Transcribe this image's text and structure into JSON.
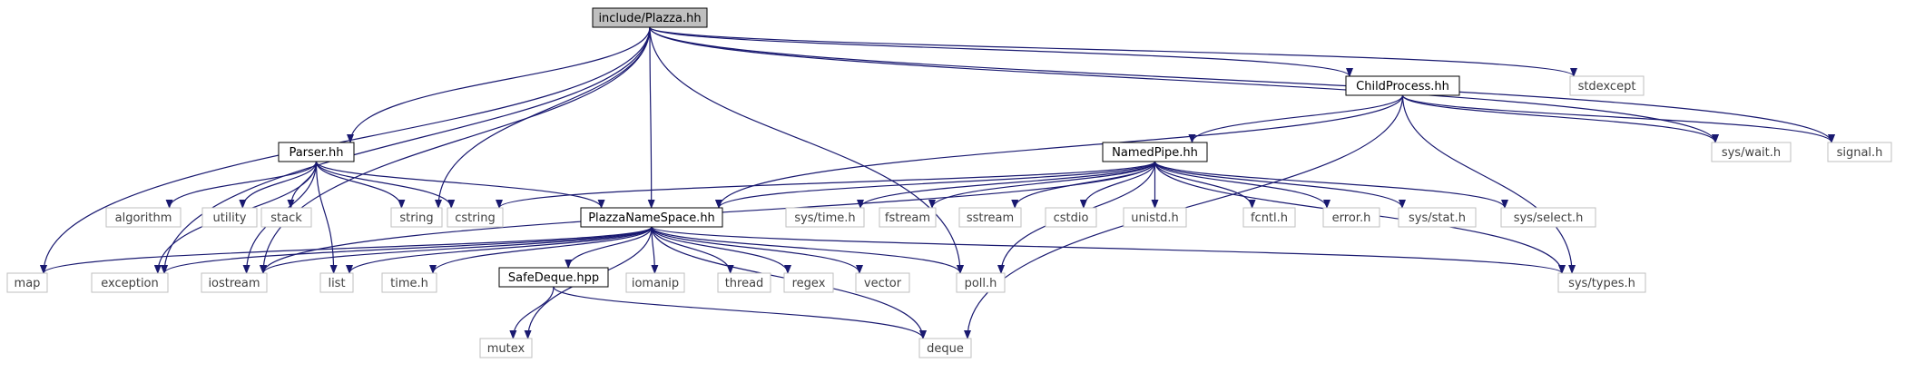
{
  "graph": {
    "nodes": [
      {
        "id": "root",
        "label": "include/Plazza.hh",
        "style": "root"
      },
      {
        "id": "stdexcept",
        "label": "stdexcept",
        "style": "sys"
      },
      {
        "id": "childprocess",
        "label": "ChildProcess.hh",
        "style": "header"
      },
      {
        "id": "parser",
        "label": "Parser.hh",
        "style": "header"
      },
      {
        "id": "namedpipe",
        "label": "NamedPipe.hh",
        "style": "header"
      },
      {
        "id": "syswait",
        "label": "sys/wait.h",
        "style": "sys"
      },
      {
        "id": "signal",
        "label": "signal.h",
        "style": "sys"
      },
      {
        "id": "algorithm",
        "label": "algorithm",
        "style": "sys"
      },
      {
        "id": "utility",
        "label": "utility",
        "style": "sys"
      },
      {
        "id": "stack",
        "label": "stack",
        "style": "sys"
      },
      {
        "id": "string",
        "label": "string",
        "style": "sys"
      },
      {
        "id": "cstring",
        "label": "cstring",
        "style": "sys"
      },
      {
        "id": "plazzans",
        "label": "PlazzaNameSpace.hh",
        "style": "header"
      },
      {
        "id": "systime",
        "label": "sys/time.h",
        "style": "sys"
      },
      {
        "id": "fstream",
        "label": "fstream",
        "style": "sys"
      },
      {
        "id": "sstream",
        "label": "sstream",
        "style": "sys"
      },
      {
        "id": "cstdio",
        "label": "cstdio",
        "style": "sys"
      },
      {
        "id": "unistd",
        "label": "unistd.h",
        "style": "sys"
      },
      {
        "id": "fcntl",
        "label": "fcntl.h",
        "style": "sys"
      },
      {
        "id": "errorh",
        "label": "error.h",
        "style": "sys"
      },
      {
        "id": "sysstat",
        "label": "sys/stat.h",
        "style": "sys"
      },
      {
        "id": "sysselect",
        "label": "sys/select.h",
        "style": "sys"
      },
      {
        "id": "map",
        "label": "map",
        "style": "sys"
      },
      {
        "id": "exception",
        "label": "exception",
        "style": "sys"
      },
      {
        "id": "iostream",
        "label": "iostream",
        "style": "sys"
      },
      {
        "id": "list",
        "label": "list",
        "style": "sys"
      },
      {
        "id": "timeh",
        "label": "time.h",
        "style": "sys"
      },
      {
        "id": "safedeque",
        "label": "SafeDeque.hpp",
        "style": "header"
      },
      {
        "id": "iomanip",
        "label": "iomanip",
        "style": "sys"
      },
      {
        "id": "thread",
        "label": "thread",
        "style": "sys"
      },
      {
        "id": "regex",
        "label": "regex",
        "style": "sys"
      },
      {
        "id": "vector",
        "label": "vector",
        "style": "sys"
      },
      {
        "id": "poll",
        "label": "poll.h",
        "style": "sys"
      },
      {
        "id": "systypes",
        "label": "sys/types.h",
        "style": "sys"
      },
      {
        "id": "mutex",
        "label": "mutex",
        "style": "sys"
      },
      {
        "id": "deque",
        "label": "deque",
        "style": "sys"
      }
    ],
    "edges": [
      [
        "root",
        "stdexcept"
      ],
      [
        "root",
        "childprocess"
      ],
      [
        "root",
        "parser"
      ],
      [
        "root",
        "plazzans"
      ],
      [
        "root",
        "string"
      ],
      [
        "root",
        "map"
      ],
      [
        "root",
        "exception"
      ],
      [
        "root",
        "iostream"
      ],
      [
        "root",
        "poll"
      ],
      [
        "root",
        "syswait"
      ],
      [
        "root",
        "signal"
      ],
      [
        "childprocess",
        "namedpipe"
      ],
      [
        "childprocess",
        "plazzans"
      ],
      [
        "childprocess",
        "syswait"
      ],
      [
        "childprocess",
        "signal"
      ],
      [
        "childprocess",
        "systypes"
      ],
      [
        "childprocess",
        "deque"
      ],
      [
        "parser",
        "algorithm"
      ],
      [
        "parser",
        "utility"
      ],
      [
        "parser",
        "stack"
      ],
      [
        "parser",
        "string"
      ],
      [
        "parser",
        "cstring"
      ],
      [
        "parser",
        "plazzans"
      ],
      [
        "parser",
        "list"
      ],
      [
        "parser",
        "iostream"
      ],
      [
        "parser",
        "exception"
      ],
      [
        "namedpipe",
        "cstring"
      ],
      [
        "namedpipe",
        "plazzans"
      ],
      [
        "namedpipe",
        "systime"
      ],
      [
        "namedpipe",
        "fstream"
      ],
      [
        "namedpipe",
        "sstream"
      ],
      [
        "namedpipe",
        "cstdio"
      ],
      [
        "namedpipe",
        "unistd"
      ],
      [
        "namedpipe",
        "fcntl"
      ],
      [
        "namedpipe",
        "errorh"
      ],
      [
        "namedpipe",
        "sysstat"
      ],
      [
        "namedpipe",
        "sysselect"
      ],
      [
        "namedpipe",
        "systypes"
      ],
      [
        "namedpipe",
        "poll"
      ],
      [
        "namedpipe",
        "iostream"
      ],
      [
        "plazzans",
        "map"
      ],
      [
        "plazzans",
        "exception"
      ],
      [
        "plazzans",
        "iostream"
      ],
      [
        "plazzans",
        "list"
      ],
      [
        "plazzans",
        "timeh"
      ],
      [
        "plazzans",
        "safedeque"
      ],
      [
        "plazzans",
        "iomanip"
      ],
      [
        "plazzans",
        "thread"
      ],
      [
        "plazzans",
        "regex"
      ],
      [
        "plazzans",
        "vector"
      ],
      [
        "plazzans",
        "poll"
      ],
      [
        "plazzans",
        "systypes"
      ],
      [
        "plazzans",
        "mutex"
      ],
      [
        "plazzans",
        "deque"
      ],
      [
        "safedeque",
        "mutex"
      ],
      [
        "safedeque",
        "deque"
      ]
    ]
  },
  "colors": {
    "edge": "#191970",
    "root_fill": "#bfbfbf",
    "header_border": "#000000",
    "sys_border": "#bfbfbf",
    "text_header": "#000000",
    "text_sys": "#404040"
  }
}
